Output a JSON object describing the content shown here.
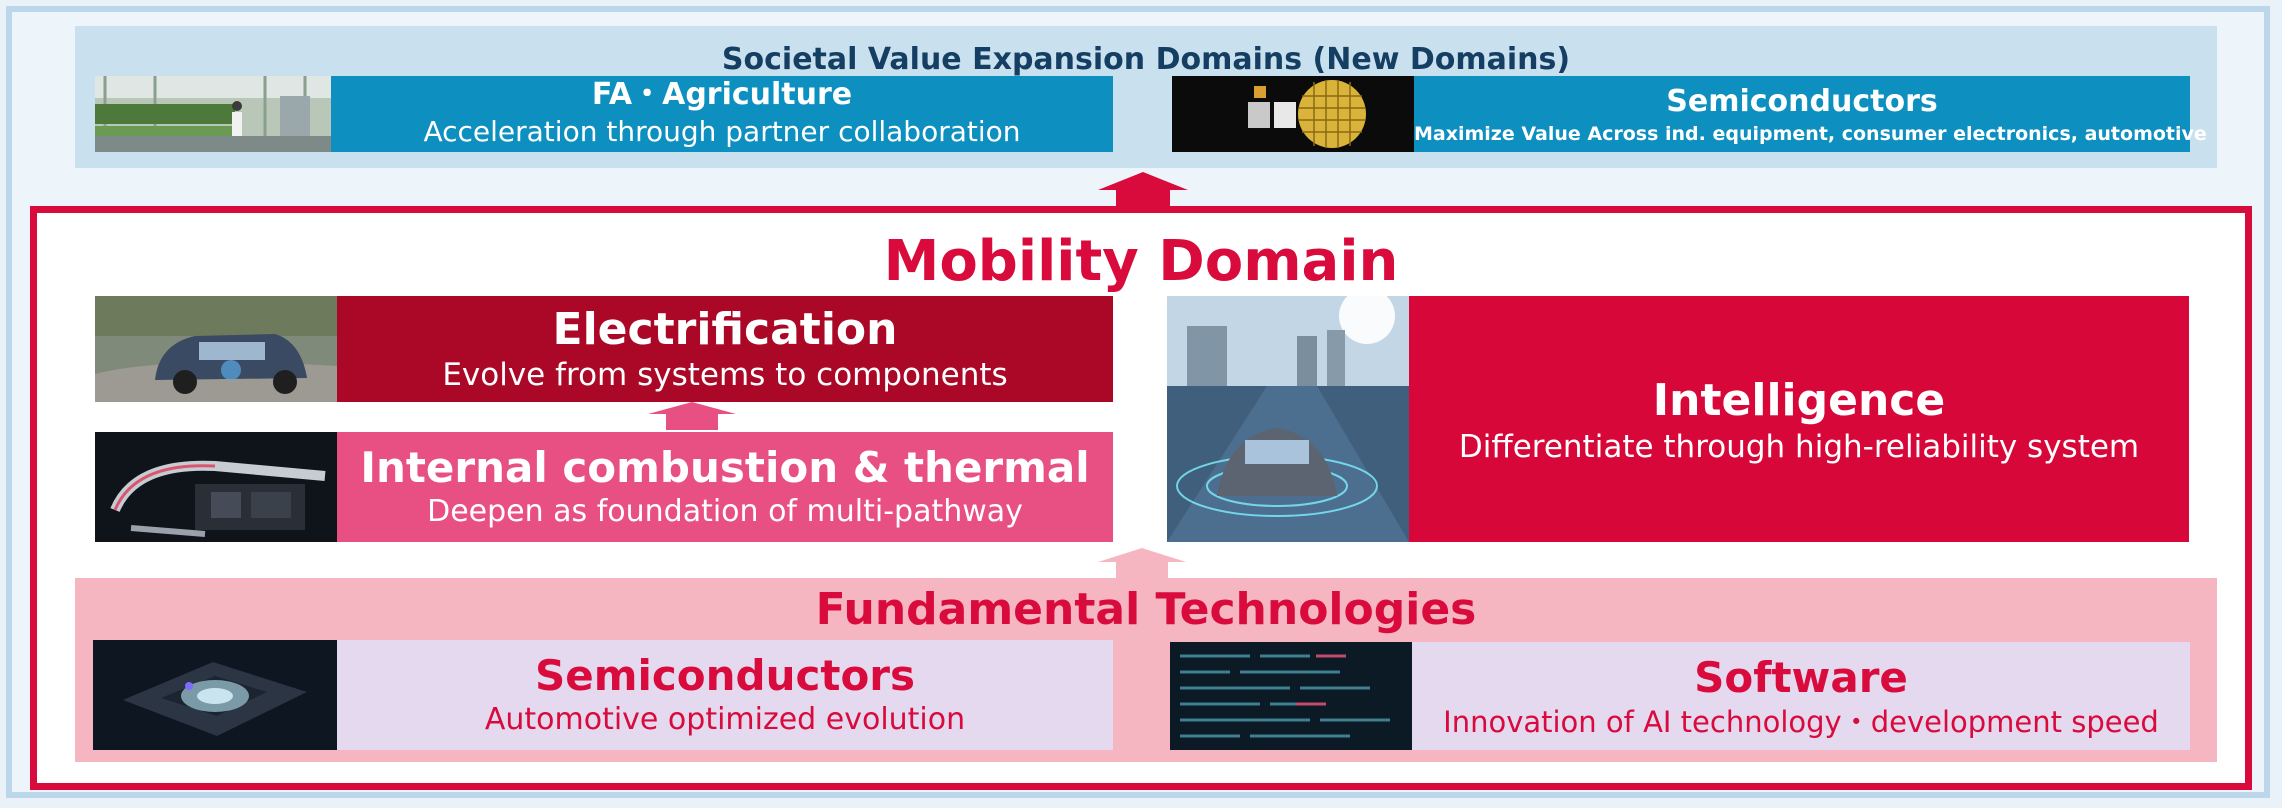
{
  "societal": {
    "title": "Societal Value Expansion Domains (New Domains)",
    "fa": {
      "title": "FA・Agriculture",
      "subtitle": "Acceleration through partner collaboration"
    },
    "semis": {
      "title": "Semiconductors",
      "subtitle": "Maximize Value Across  ind. equipment, consumer electronics, automotive"
    }
  },
  "mobility": {
    "title": "Mobility Domain",
    "electrification": {
      "title": "Electrification",
      "subtitle": "Evolve from systems to components"
    },
    "ice": {
      "title": "Internal combustion & thermal",
      "subtitle": "Deepen as foundation of multi-pathway"
    },
    "intelligence": {
      "title": "Intelligence",
      "subtitle": "Differentiate through high-reliability system"
    }
  },
  "fundamental": {
    "title": "Fundamental Technologies",
    "semis": {
      "title": "Semiconductors",
      "subtitle": "Automotive optimized evolution"
    },
    "software": {
      "title": "Software",
      "subtitle": "Innovation of AI technology・development speed"
    }
  },
  "colors": {
    "societal_blue": "#0d8fc0",
    "mobility_red": "#d90a3c",
    "electrification": "#ab0827",
    "ice_pink": "#e85083",
    "fundamental_pink": "#f5b6c2",
    "lavender": "#e4d9ee"
  },
  "icons": {
    "fa_photo": "factory-agriculture-photo",
    "semis_photo": "wafer-chip-photo",
    "elec_photo": "electric-car-photo",
    "ice_photo": "engine-thermal-photo",
    "intel_photo": "autonomous-car-photo",
    "fund_semis_photo": "chip-photo",
    "software_photo": "code-screen-photo"
  }
}
